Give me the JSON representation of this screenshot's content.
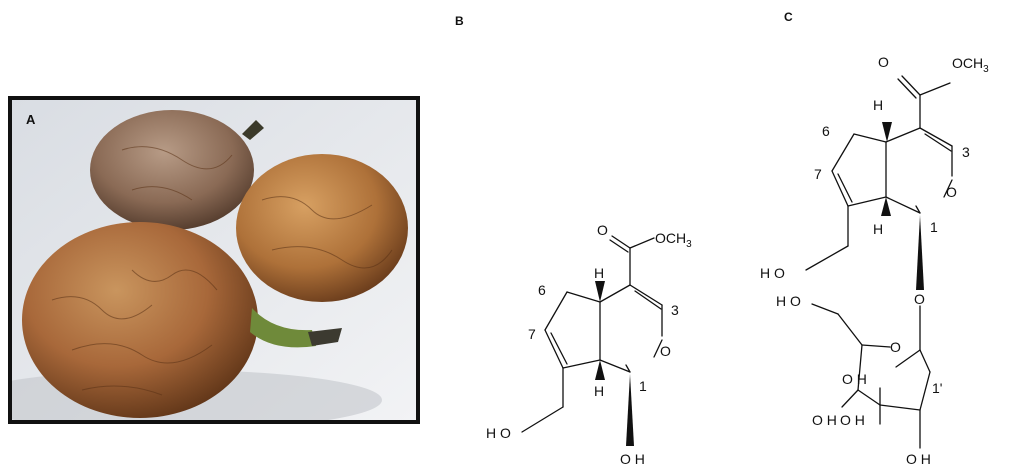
{
  "panels": {
    "a": {
      "label": "A"
    },
    "b": {
      "label": "B",
      "atoms": {
        "ester_o": "O",
        "methoxy": "OCH",
        "methoxy_sub": "3",
        "ring_o": "O",
        "h_top": "H",
        "h_bottom": "H",
        "ch2oh": "H O",
        "oh": "O H"
      },
      "locants": {
        "c1": "1",
        "c3": "3",
        "c6": "6",
        "c7": "7"
      }
    },
    "c": {
      "label": "C",
      "atoms": {
        "ester_o": "O",
        "methoxy": "OCH",
        "methoxy_sub": "3",
        "ring_o": "O",
        "h_top": "H",
        "h_bottom": "H",
        "ch2oh": "H O",
        "glyco_o": "O",
        "sugar_ch2oh": "H O",
        "sugar_ring_o": "O",
        "oh_2": "O H",
        "oh_3": "O H",
        "oh_4": "O H",
        "oh_5": "O H"
      },
      "locants": {
        "c1": "1",
        "c3": "3",
        "c6": "6",
        "c7": "7",
        "c1p": "1'"
      }
    }
  }
}
